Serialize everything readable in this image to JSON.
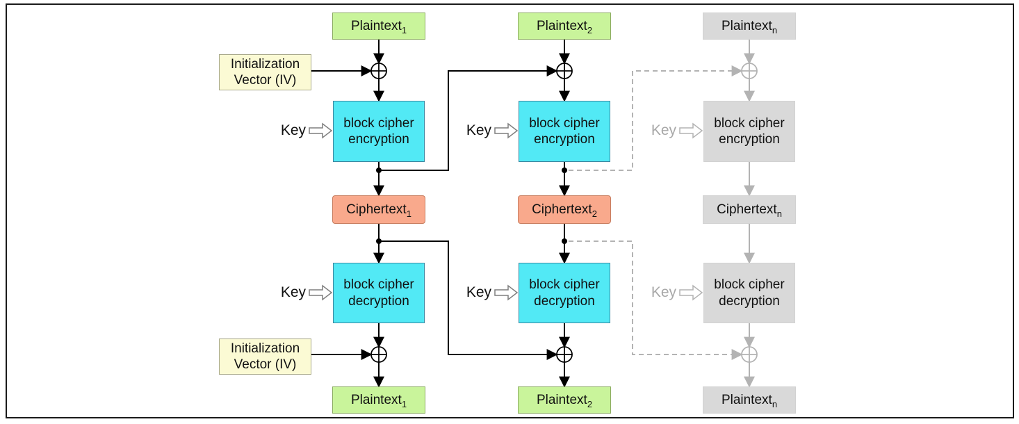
{
  "figure": {
    "description": "Cipher Block Chaining (CBC) mode encryption and decryption block diagram"
  },
  "labels": {
    "plaintext": "Plaintext",
    "ciphertext": "Ciphertext",
    "iv_line1": "Initialization",
    "iv_line2": "Vector (IV)",
    "key": "Key",
    "block_cipher": "block cipher",
    "encryption": "encryption",
    "decryption": "decryption"
  },
  "subscripts": {
    "first": "1",
    "second": "2",
    "nth": "n"
  },
  "icons": {
    "xor": "xor-circle-plus-icon",
    "key_arrow": "hollow-block-arrow-icon",
    "flow_arrow": "solid-triangle-arrowhead-icon"
  },
  "colors": {
    "plaintext_fill": "#c9f49b",
    "plaintext_border": "#8cab62",
    "ciphertext_fill": "#f9a98c",
    "ciphertext_border": "#c77d5f",
    "cipher_fill": "#52e9f5",
    "cipher_border": "#3b87a0",
    "iv_fill": "#fbfad4",
    "iv_border": "#a8a88a",
    "faded_fill": "#d9d9d9",
    "faded_border": "#d2d2d2",
    "faded_line": "#b3b3b3",
    "faded_text": "#a8a8a8",
    "line": "#000000",
    "frame": "#1a1a1a"
  }
}
